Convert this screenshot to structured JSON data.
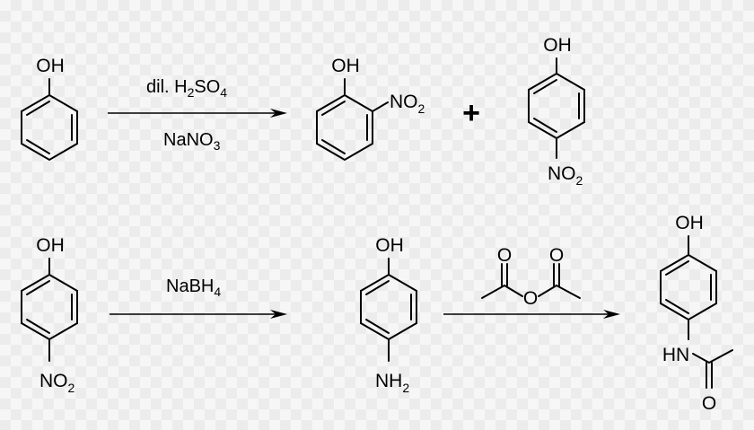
{
  "reaction_1": {
    "reactant": {
      "substituent": "OH"
    },
    "conditions": {
      "above": {
        "prefix": "dil. H",
        "sub1": "2",
        "mid": "SO",
        "sub2": "4"
      },
      "below": {
        "main": "NaNO",
        "sub": "3"
      }
    },
    "product_ortho": {
      "top": "OH",
      "nitro_main": "NO",
      "nitro_sub": "2"
    },
    "plus": "+",
    "product_para": {
      "top": "OH",
      "nitro_main": "NO",
      "nitro_sub": "2"
    }
  },
  "reaction_2": {
    "reactant": {
      "top": "OH",
      "nitro_main": "NO",
      "nitro_sub": "2"
    },
    "conditions": {
      "above": {
        "main": "NaBH",
        "sub": "4"
      }
    },
    "intermediate": {
      "top": "OH",
      "amine_main": "NH",
      "amine_sub": "2"
    },
    "reagent": {
      "carbonyl_o": "O",
      "bridging_o": "O"
    },
    "product": {
      "top": "OH",
      "amide_nh": "HN",
      "amide_o": "O"
    }
  }
}
